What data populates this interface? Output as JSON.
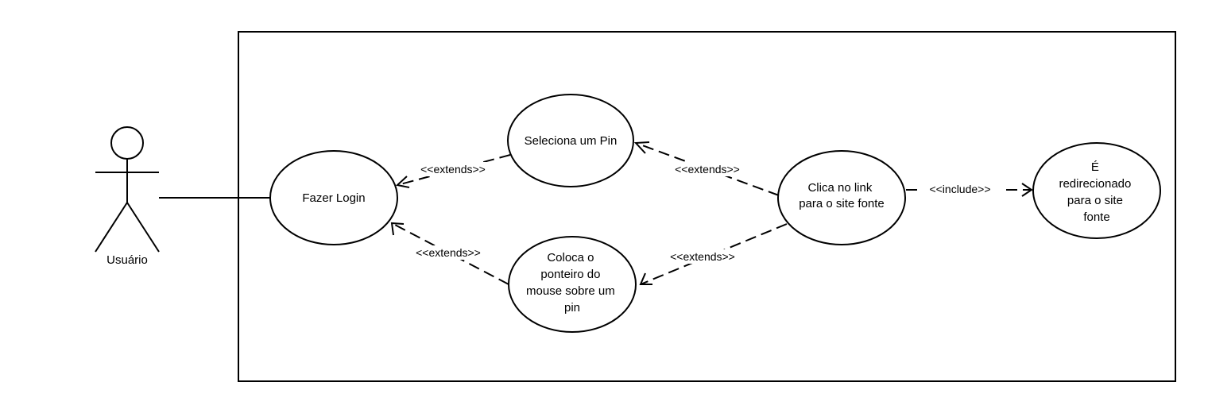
{
  "actor": {
    "name": "Usuário"
  },
  "use_cases": {
    "login": {
      "lines": [
        "Fazer Login"
      ]
    },
    "select_pin": {
      "lines": [
        "Seleciona um Pin"
      ]
    },
    "hover_pin": {
      "lines": [
        "Coloca o",
        "ponteiro do",
        "mouse sobre um",
        "pin"
      ]
    },
    "click_link": {
      "lines": [
        "Clica no link",
        "para o site fonte"
      ]
    },
    "redirect": {
      "lines": [
        "É",
        "redirecionado",
        "para o site",
        "fonte"
      ]
    }
  },
  "relations": {
    "select_to_login": "<<extends>>",
    "hover_to_login": "<<extends>>",
    "click_to_select": "<<extends>>",
    "click_to_hover": "<<extends>>",
    "click_to_redirect": "<<include>>"
  },
  "colors": {
    "stroke": "#000000",
    "background": "#ffffff"
  }
}
